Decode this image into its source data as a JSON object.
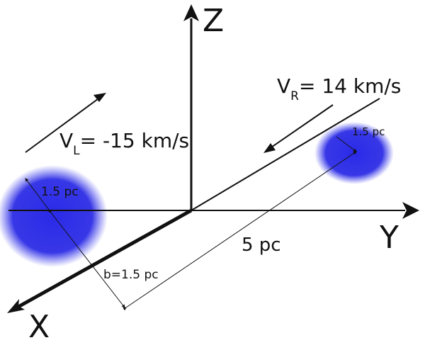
{
  "axes": {
    "z": "Z",
    "y": "Y",
    "x": "X"
  },
  "left_cloud": {
    "velocity_main": "V",
    "velocity_sub": "L",
    "velocity_value": "= -15 km/s",
    "radius_label": "1.5 pc"
  },
  "right_cloud": {
    "velocity_main": "V",
    "velocity_sub": "R",
    "velocity_value": "= 14 km/s",
    "radius_label": "1.5 pc"
  },
  "separation_label": "5  pc",
  "impact_parameter_label": "b=1.5 pc",
  "colors": {
    "cloud": "#2f2fe6",
    "line": "#111111"
  }
}
